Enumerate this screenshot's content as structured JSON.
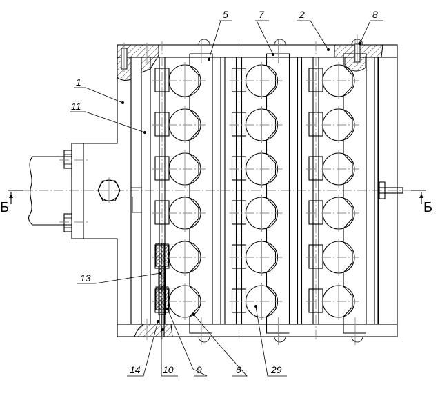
{
  "drawing": {
    "type": "engineering-assembly-drawing",
    "section_mark": "Б",
    "colors": {
      "line": "#000000",
      "centerline": "#8a8a8a",
      "background": "#ffffff"
    },
    "modules": 3,
    "balls_per_module": 6
  },
  "callouts": [
    {
      "id": "c1",
      "label": "1"
    },
    {
      "id": "c11",
      "label": "11"
    },
    {
      "id": "c5",
      "label": "5"
    },
    {
      "id": "c7",
      "label": "7"
    },
    {
      "id": "c2",
      "label": "2"
    },
    {
      "id": "c8",
      "label": "8"
    },
    {
      "id": "c13",
      "label": "13"
    },
    {
      "id": "c14",
      "label": "14"
    },
    {
      "id": "c10",
      "label": "10"
    },
    {
      "id": "c9",
      "label": "9"
    },
    {
      "id": "c6",
      "label": "6"
    },
    {
      "id": "c29",
      "label": "29"
    }
  ]
}
